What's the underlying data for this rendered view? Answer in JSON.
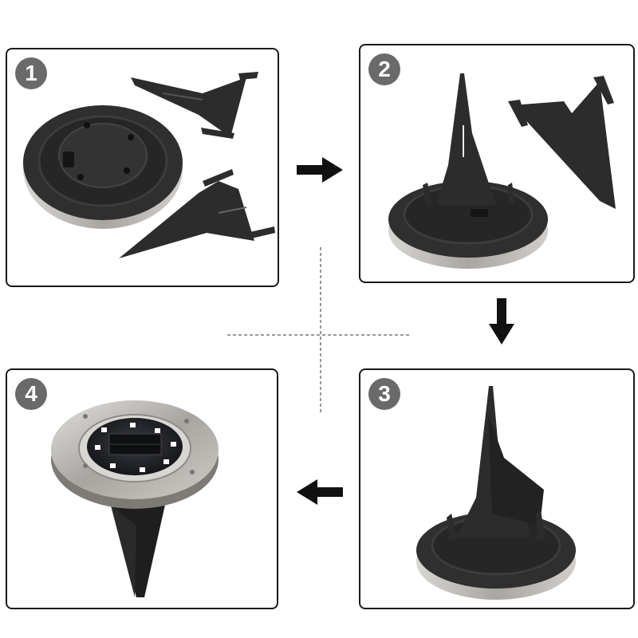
{
  "steps": [
    {
      "number": "1"
    },
    {
      "number": "2"
    },
    {
      "number": "3"
    },
    {
      "number": "4"
    }
  ],
  "colors": {
    "panel_border": "#1a1a1a",
    "badge_fill": "#6a6a6a",
    "plastic": "#2b2b2b",
    "steel": "#b9b6b2",
    "arrow": "#111111"
  }
}
